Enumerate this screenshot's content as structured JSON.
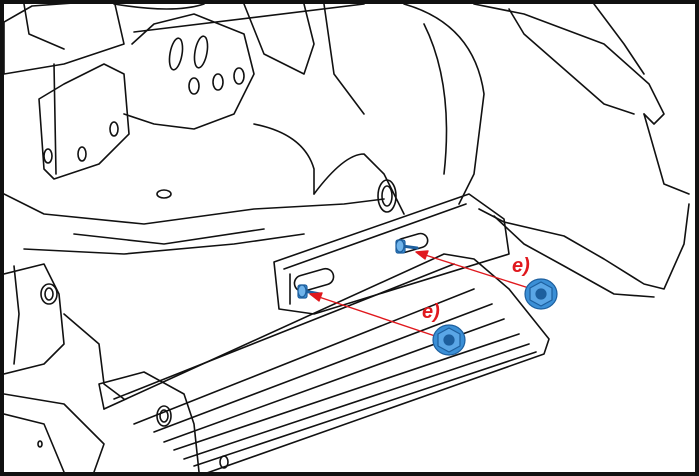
{
  "diagram": {
    "callouts": [
      {
        "id": "upper",
        "label": "e)"
      },
      {
        "id": "lower",
        "label": "e)"
      }
    ],
    "colors": {
      "line": "#111111",
      "accent": "#e0191e",
      "fastener": "#3b8fd6",
      "fastener_dark": "#1d5f9e",
      "border": "#111111"
    },
    "icons": [
      "flange-nut-icon",
      "stud-icon"
    ]
  }
}
